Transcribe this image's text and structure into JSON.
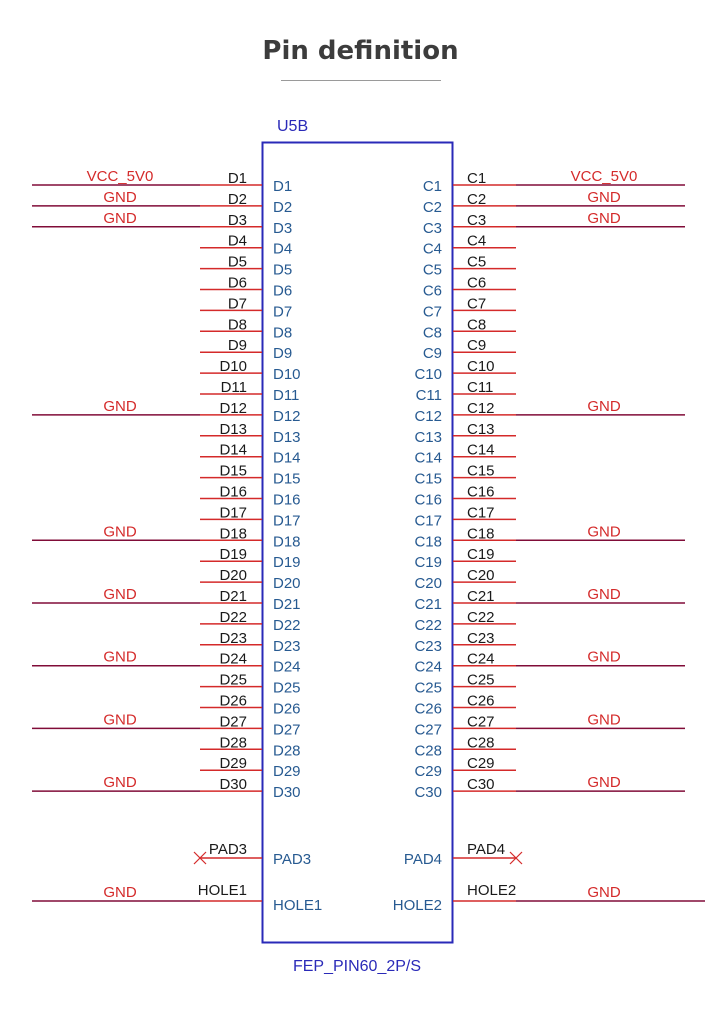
{
  "title": "Pin definition",
  "component": {
    "ref": "U5B",
    "footprint": "FEP_PIN60_2P/S"
  },
  "colors": {
    "net_label": "#d42a2a",
    "pin_name": "#275a91",
    "pin_number": "#1a1a1a",
    "pin_line": "#d42a2a",
    "wire": "#800c38",
    "body": "#2a2ab8",
    "nc_mark": "#d42a2a"
  },
  "left_pins": [
    {
      "num": "D1",
      "name": "D1",
      "net": "VCC_5V0"
    },
    {
      "num": "D2",
      "name": "D2",
      "net": "GND"
    },
    {
      "num": "D3",
      "name": "D3",
      "net": "GND"
    },
    {
      "num": "D4",
      "name": "D4",
      "net": ""
    },
    {
      "num": "D5",
      "name": "D5",
      "net": ""
    },
    {
      "num": "D6",
      "name": "D6",
      "net": ""
    },
    {
      "num": "D7",
      "name": "D7",
      "net": ""
    },
    {
      "num": "D8",
      "name": "D8",
      "net": ""
    },
    {
      "num": "D9",
      "name": "D9",
      "net": ""
    },
    {
      "num": "D10",
      "name": "D10",
      "net": ""
    },
    {
      "num": "D11",
      "name": "D11",
      "net": ""
    },
    {
      "num": "D12",
      "name": "D12",
      "net": "GND"
    },
    {
      "num": "D13",
      "name": "D13",
      "net": ""
    },
    {
      "num": "D14",
      "name": "D14",
      "net": ""
    },
    {
      "num": "D15",
      "name": "D15",
      "net": ""
    },
    {
      "num": "D16",
      "name": "D16",
      "net": ""
    },
    {
      "num": "D17",
      "name": "D17",
      "net": ""
    },
    {
      "num": "D18",
      "name": "D18",
      "net": "GND"
    },
    {
      "num": "D19",
      "name": "D19",
      "net": ""
    },
    {
      "num": "D20",
      "name": "D20",
      "net": ""
    },
    {
      "num": "D21",
      "name": "D21",
      "net": "GND"
    },
    {
      "num": "D22",
      "name": "D22",
      "net": ""
    },
    {
      "num": "D23",
      "name": "D23",
      "net": ""
    },
    {
      "num": "D24",
      "name": "D24",
      "net": "GND"
    },
    {
      "num": "D25",
      "name": "D25",
      "net": ""
    },
    {
      "num": "D26",
      "name": "D26",
      "net": ""
    },
    {
      "num": "D27",
      "name": "D27",
      "net": "GND"
    },
    {
      "num": "D28",
      "name": "D28",
      "net": ""
    },
    {
      "num": "D29",
      "name": "D29",
      "net": ""
    },
    {
      "num": "D30",
      "name": "D30",
      "net": "GND"
    }
  ],
  "right_pins": [
    {
      "num": "C1",
      "name": "C1",
      "net": "VCC_5V0"
    },
    {
      "num": "C2",
      "name": "C2",
      "net": "GND"
    },
    {
      "num": "C3",
      "name": "C3",
      "net": "GND"
    },
    {
      "num": "C4",
      "name": "C4",
      "net": ""
    },
    {
      "num": "C5",
      "name": "C5",
      "net": ""
    },
    {
      "num": "C6",
      "name": "C6",
      "net": ""
    },
    {
      "num": "C7",
      "name": "C7",
      "net": ""
    },
    {
      "num": "C8",
      "name": "C8",
      "net": ""
    },
    {
      "num": "C9",
      "name": "C9",
      "net": ""
    },
    {
      "num": "C10",
      "name": "C10",
      "net": ""
    },
    {
      "num": "C11",
      "name": "C11",
      "net": ""
    },
    {
      "num": "C12",
      "name": "C12",
      "net": "GND"
    },
    {
      "num": "C13",
      "name": "C13",
      "net": ""
    },
    {
      "num": "C14",
      "name": "C14",
      "net": ""
    },
    {
      "num": "C15",
      "name": "C15",
      "net": ""
    },
    {
      "num": "C16",
      "name": "C16",
      "net": ""
    },
    {
      "num": "C17",
      "name": "C17",
      "net": ""
    },
    {
      "num": "C18",
      "name": "C18",
      "net": "GND"
    },
    {
      "num": "C19",
      "name": "C19",
      "net": ""
    },
    {
      "num": "C20",
      "name": "C20",
      "net": ""
    },
    {
      "num": "C21",
      "name": "C21",
      "net": "GND"
    },
    {
      "num": "C22",
      "name": "C22",
      "net": ""
    },
    {
      "num": "C23",
      "name": "C23",
      "net": ""
    },
    {
      "num": "C24",
      "name": "C24",
      "net": "GND"
    },
    {
      "num": "C25",
      "name": "C25",
      "net": ""
    },
    {
      "num": "C26",
      "name": "C26",
      "net": ""
    },
    {
      "num": "C27",
      "name": "C27",
      "net": "GND"
    },
    {
      "num": "C28",
      "name": "C28",
      "net": ""
    },
    {
      "num": "C29",
      "name": "C29",
      "net": ""
    },
    {
      "num": "C30",
      "name": "C30",
      "net": "GND"
    }
  ],
  "pads": {
    "left": {
      "num": "PAD3",
      "name": "PAD3",
      "connection": "no-connect"
    },
    "right": {
      "num": "PAD4",
      "name": "PAD4",
      "connection": "no-connect"
    }
  },
  "holes": {
    "left": {
      "num": "HOLE1",
      "name": "HOLE1",
      "net": "GND"
    },
    "right": {
      "num": "HOLE2",
      "name": "HOLE2",
      "net": "GND"
    }
  }
}
